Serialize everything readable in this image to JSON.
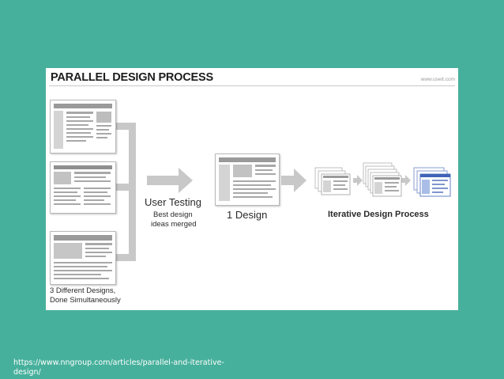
{
  "diagram": {
    "title": "PARALLEL DESIGN PROCESS",
    "watermark": "www.useit.com",
    "parallel_designs_caption_line1": "3 Different Designs,",
    "parallel_designs_caption_line2": "Done Simultaneously",
    "user_testing_label": "User Testing",
    "user_testing_sub_line1": "Best design",
    "user_testing_sub_line2": "ideas merged",
    "one_design_label": "1 Design",
    "iterative_label": "Iterative Design Process"
  },
  "footer": {
    "source_url": "https://www.nngroup.com/articles/parallel-and-iterative-design/"
  },
  "colors": {
    "background": "#47b09c",
    "arrow": "#c8c8c8",
    "iterative_accent": "#3f63b8"
  }
}
